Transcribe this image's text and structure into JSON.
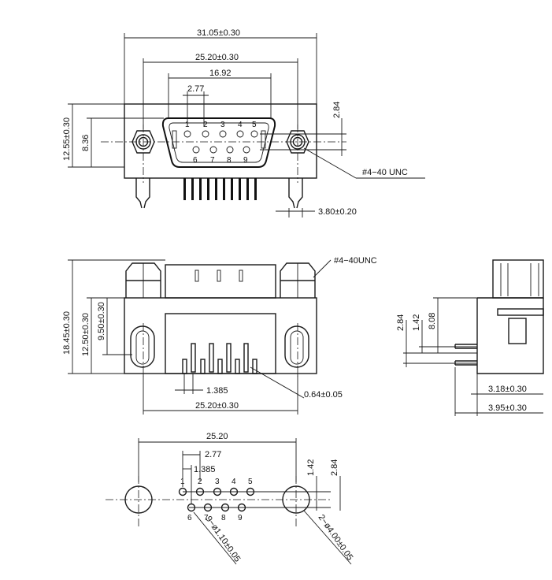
{
  "front_view": {
    "overall_width": "31.05±0.30",
    "mount_hole_spacing": "25.20±0.30",
    "shell_width": "16.92",
    "pin_pitch": "2.77",
    "overall_height": "12.55±0.30",
    "shell_height": "8.36",
    "row_offset": "2.84",
    "thread_callout": "#4−40  UNC",
    "pcb_leg_offset": "3.80±0.20",
    "top_row_pins": [
      "1",
      "2",
      "3",
      "4",
      "5"
    ],
    "bottom_row_pins": [
      "6",
      "7",
      "8",
      "9"
    ]
  },
  "bottom_view": {
    "overall_height": "18.45±0.30",
    "body_height": "12.50±0.30",
    "shell_height": "9.50±0.30",
    "pin_stagger": "1.385",
    "pin_width": "0.64±0.05",
    "mount_hole_spacing": "25.20±0.30",
    "thread_callout": "#4−40UNC"
  },
  "side_view": {
    "row_spacing": "2.84",
    "row_offset": "1.42",
    "height": "8.08",
    "pin_offset_a": "3.18±0.30",
    "pin_offset_b": "3.95±0.30"
  },
  "pcb_layout": {
    "mount_hole_spacing": "25.20",
    "pin_pitch": "2.77",
    "pin_stagger": "1.385",
    "row_offset": "1.42",
    "row_spacing": "2.84",
    "top_row_pins": [
      "1",
      "2",
      "3",
      "4",
      "5"
    ],
    "bottom_row_pins": [
      "6",
      "7",
      "8",
      "9"
    ],
    "pin_hole_callout": "9−ø1.10±0.05",
    "mount_hole_callout": "2−ø4.00±0.05"
  }
}
